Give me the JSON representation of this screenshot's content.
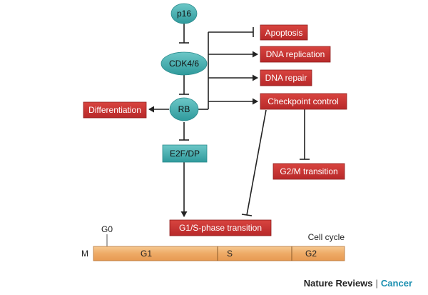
{
  "nodes": {
    "p16": "p16",
    "cdk46": "CDK4/6",
    "rb": "RB",
    "e2fdp": "E2F/DP",
    "differentiation": "Differentiation",
    "apoptosis": "Apoptosis",
    "dna_replication": "DNA replication",
    "dna_repair": "DNA repair",
    "checkpoint_control": "Checkpoint control",
    "g2m_transition": "G2/M transition",
    "g1s_transition": "G1/S-phase transition"
  },
  "cell_cycle": {
    "title": "Cell cycle",
    "g0": "G0",
    "m": "M",
    "g1": "G1",
    "s": "S",
    "g2": "G2"
  },
  "credit": {
    "journal": "Nature Reviews",
    "separator": "|",
    "section": "Cancer"
  },
  "colors": {
    "node_teal": "#3ba6a6",
    "box_red": "#c8312f",
    "bar_orange": "#f0b070",
    "credit_accent": "#1a8fb0"
  }
}
